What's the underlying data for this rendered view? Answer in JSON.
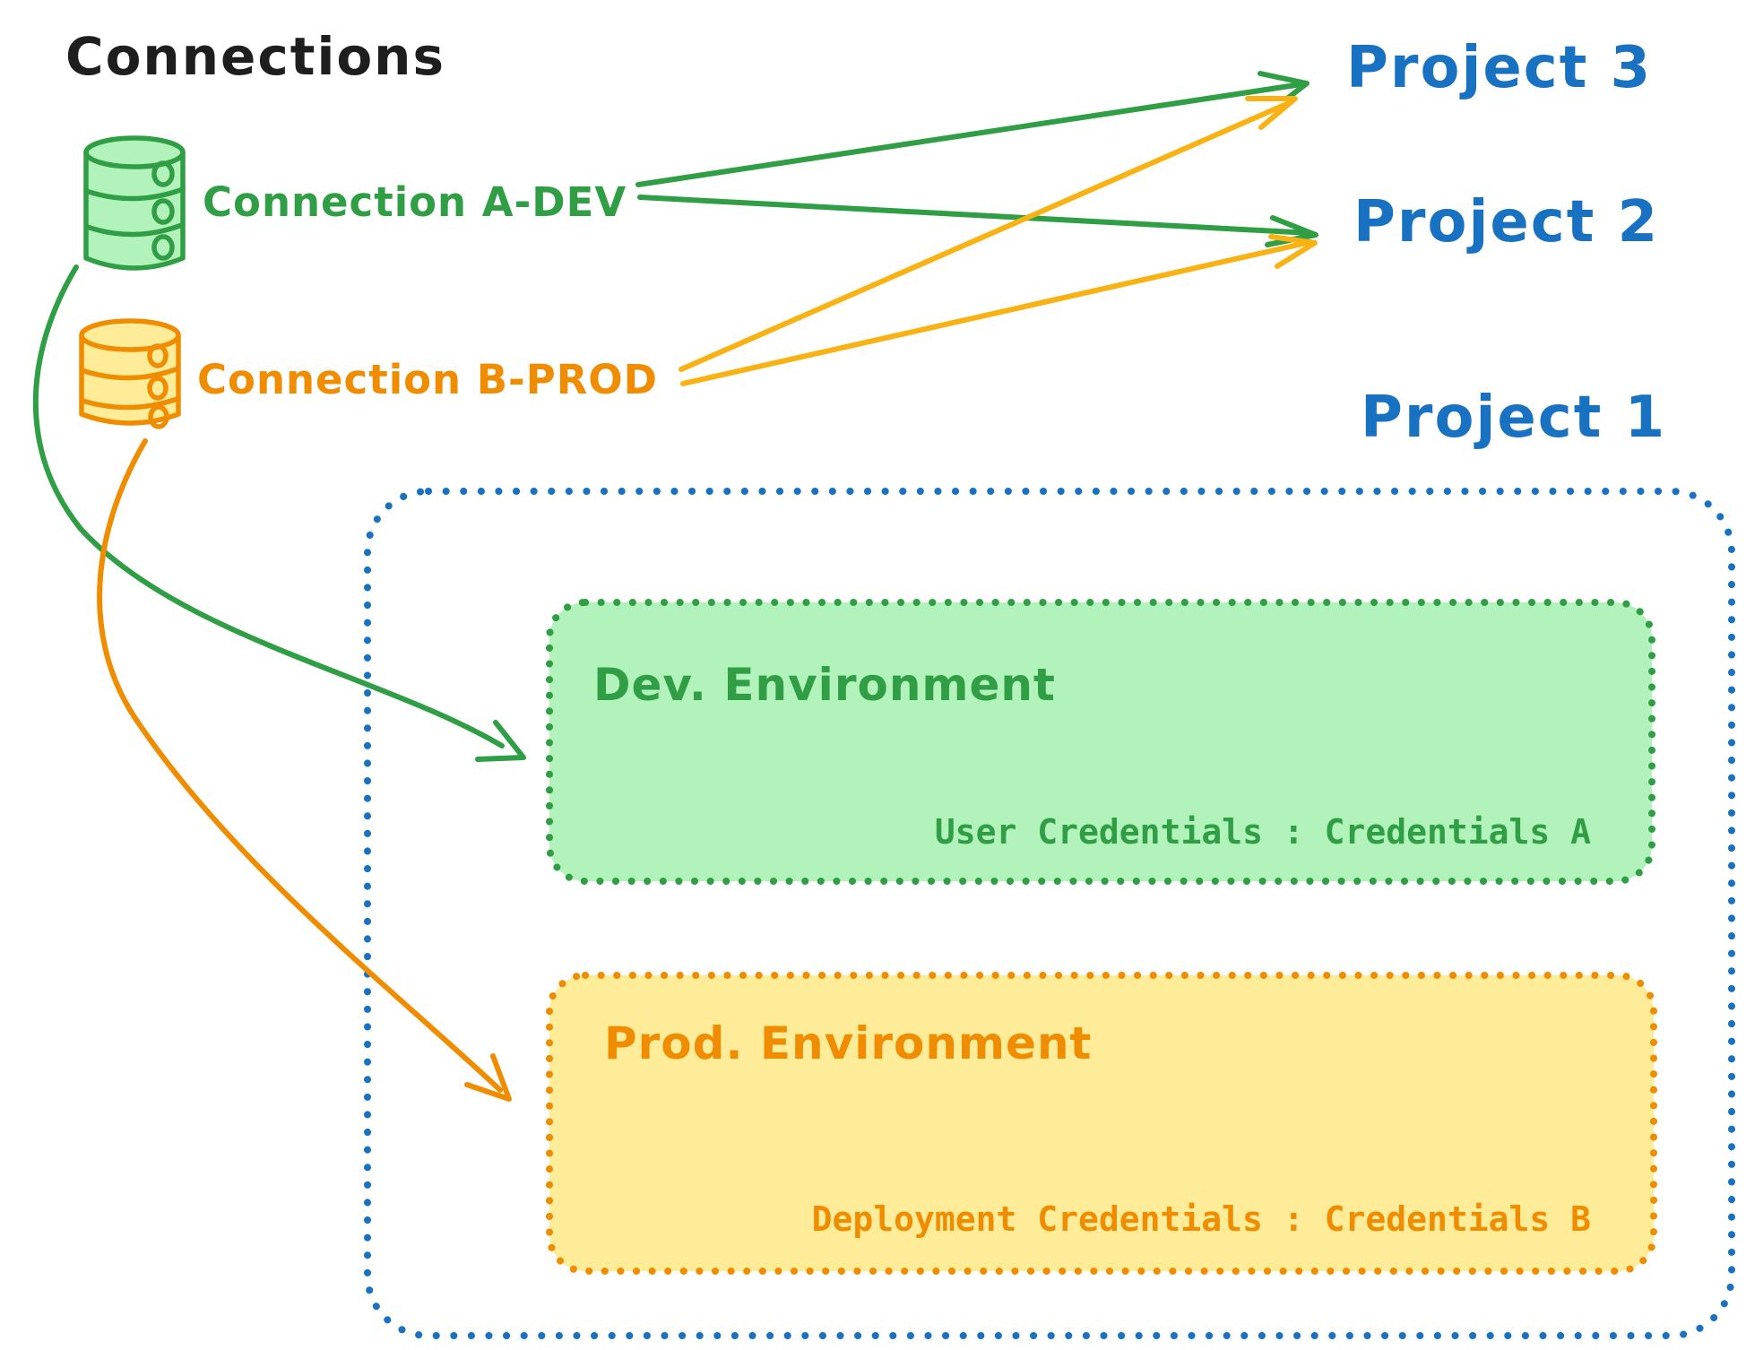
{
  "diagram_title": "Connections",
  "colors": {
    "ink": "#1e1e1e",
    "blue": "#1971c2",
    "green_stroke": "#2f9e44",
    "green_fill": "#b2f2bb",
    "orange_stroke": "#f08c00",
    "orange_fill": "#ffec99"
  },
  "connections": {
    "dev": {
      "label": "Connection A-DEV",
      "icon": "database-icon"
    },
    "prod": {
      "label": "Connection B-PROD",
      "icon": "database-icon"
    }
  },
  "projects": {
    "p3": {
      "label": "Project 3"
    },
    "p2": {
      "label": "Project 2"
    },
    "p1": {
      "label": "Project 1"
    }
  },
  "project1": {
    "dev_environment": {
      "title": "Dev. Environment",
      "credentials": "User Credentials : Credentials A"
    },
    "prod_environment": {
      "title": "Prod. Environment",
      "credentials": "Deployment Credentials : Credentials B"
    }
  }
}
